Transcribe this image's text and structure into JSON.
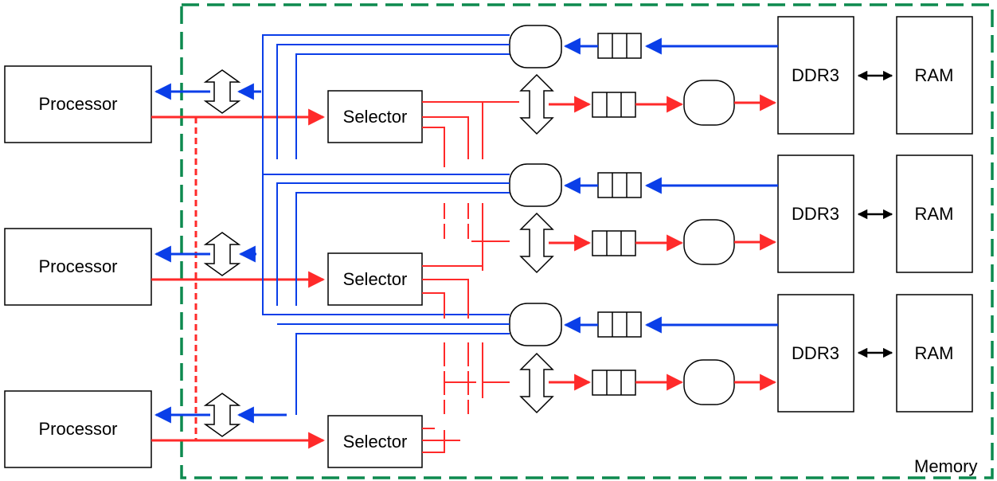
{
  "memory_label": "Memory",
  "processors": [
    "Processor",
    "Processor",
    "Processor"
  ],
  "selectors": [
    "Selector",
    "Selector",
    "Selector"
  ],
  "controllers": [
    "DDR3",
    "DDR3",
    "DDR3"
  ],
  "rams": [
    "RAM",
    "RAM",
    "RAM"
  ],
  "colors": {
    "request": "#ff2a2a",
    "response": "#0a3ee8",
    "memory_boundary": "#0d8a4f",
    "outline": "#000000"
  }
}
